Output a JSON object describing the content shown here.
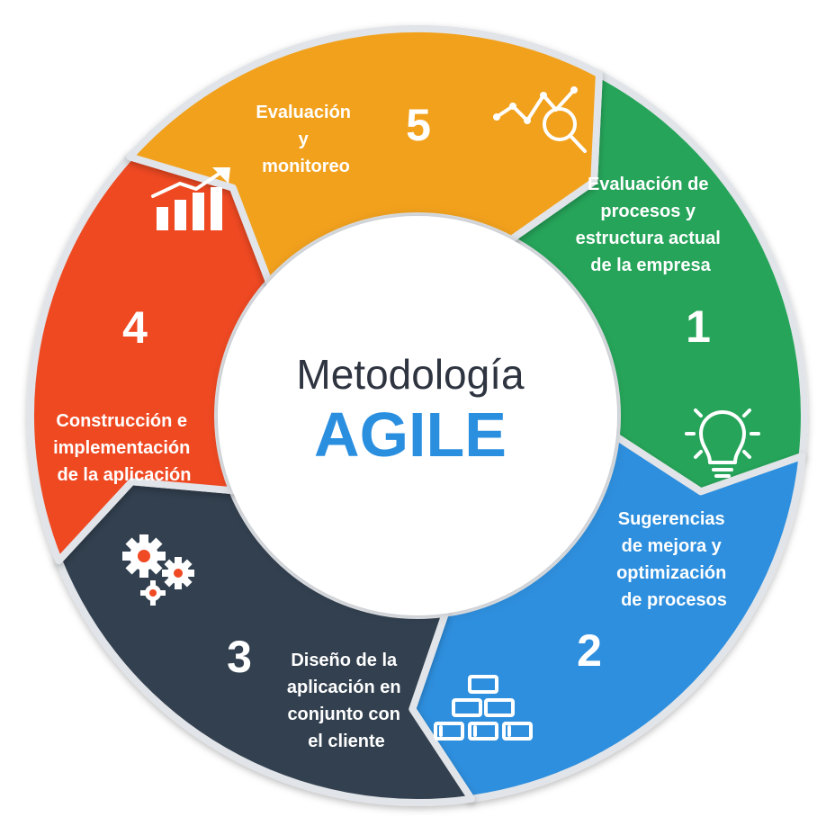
{
  "center": {
    "line1": "Metodología",
    "line2": "AGILE"
  },
  "segments": [
    {
      "number": "1",
      "lines": [
        "Evaluación de",
        "procesos y",
        "estructura actual",
        "de la empresa"
      ],
      "color": "#27a55a",
      "icon": "chart-search-icon"
    },
    {
      "number": "2",
      "lines": [
        "Sugerencias",
        "de mejora y",
        "optimización",
        "de procesos"
      ],
      "color": "#2e8fde",
      "icon": "lightbulb-icon"
    },
    {
      "number": "3",
      "lines": [
        "Diseño de la",
        "aplicación en",
        "conjunto con",
        "el cliente"
      ],
      "color": "#33404f",
      "icon": "blocks-icon"
    },
    {
      "number": "4",
      "lines": [
        "Construcción e",
        "implementación",
        "de la aplicación"
      ],
      "color": "#ef4a23",
      "icon": "gears-icon"
    },
    {
      "number": "5",
      "lines": [
        "Evaluación",
        "y",
        "monitoreo"
      ],
      "color": "#f2a11d",
      "icon": "growth-chart-icon"
    }
  ]
}
